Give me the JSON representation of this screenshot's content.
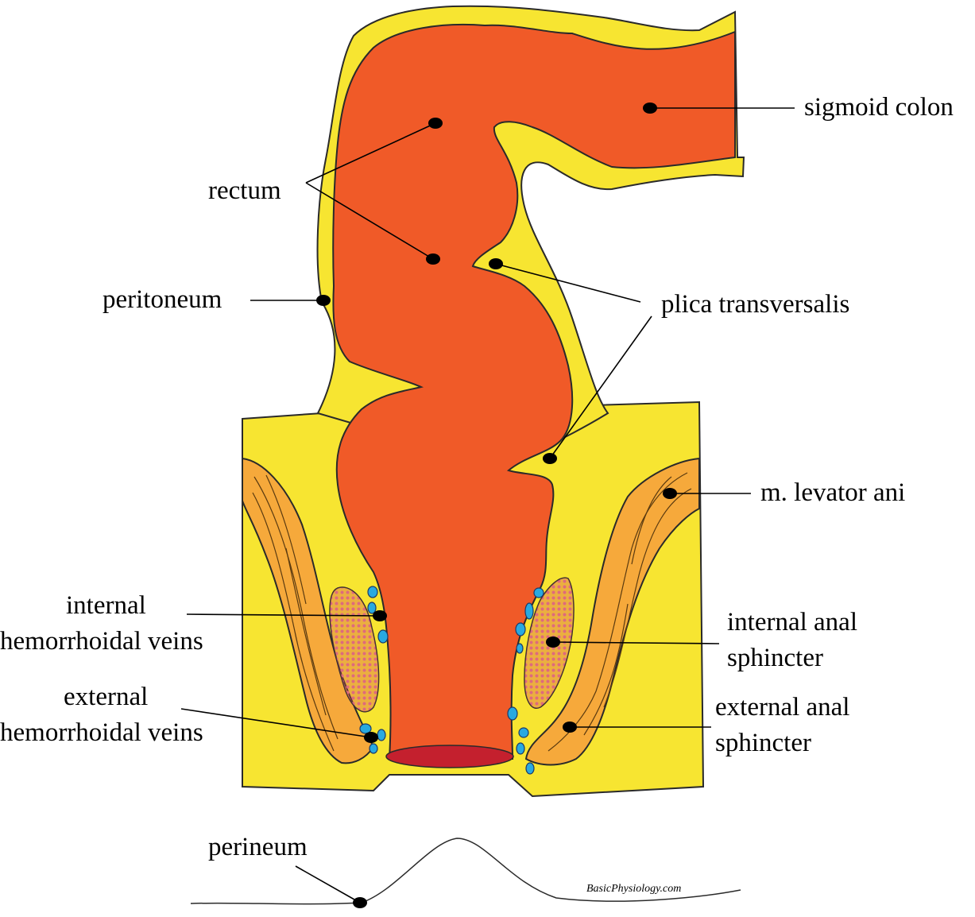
{
  "labels": {
    "sigmoid_colon": "sigmoid colon",
    "rectum": "rectum",
    "peritoneum": "peritoneum",
    "plica_transversalis": "plica transversalis",
    "levator_ani": "m. levator ani",
    "internal_hemorrhoidal_line1": "internal",
    "internal_hemorrhoidal_line2": "hemorrhoidal veins",
    "internal_anal_line1": "internal anal",
    "internal_anal_line2": "sphincter",
    "external_hemorrhoidal_line1": "external",
    "external_hemorrhoidal_line2": "hemorrhoidal veins",
    "external_anal_line1": "external anal",
    "external_anal_line2": "sphincter",
    "perineum": "perineum"
  },
  "credit": "BasicPhysiology.com",
  "colors": {
    "peritoneum_yellow": "#f7e531",
    "rectum_orange": "#f05a28",
    "muscle_orange": "#f6a93b",
    "sphincter_red": "#d34a5e",
    "anus_red": "#c4202e",
    "vein_blue": "#29a9e0"
  }
}
